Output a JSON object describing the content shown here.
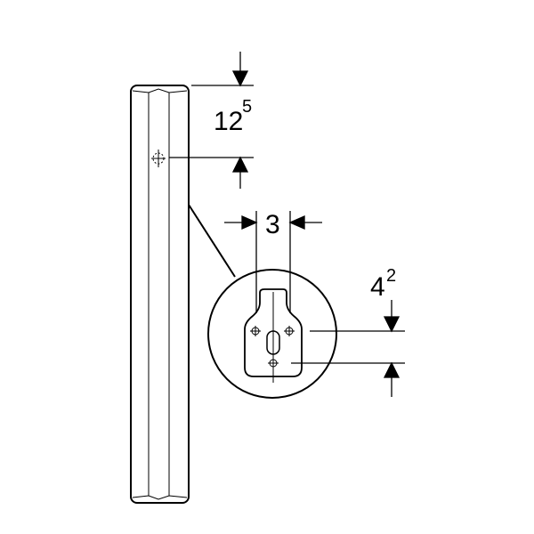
{
  "diagram": {
    "dimensions": [
      {
        "id": "top-offset",
        "value": "12",
        "superscript": "5"
      },
      {
        "id": "hole-spacing",
        "value": "3",
        "superscript": ""
      },
      {
        "id": "vertical-hole-offset",
        "value": "4",
        "superscript": "2"
      }
    ],
    "colors": {
      "stroke": "#000000",
      "background": "#ffffff"
    }
  }
}
